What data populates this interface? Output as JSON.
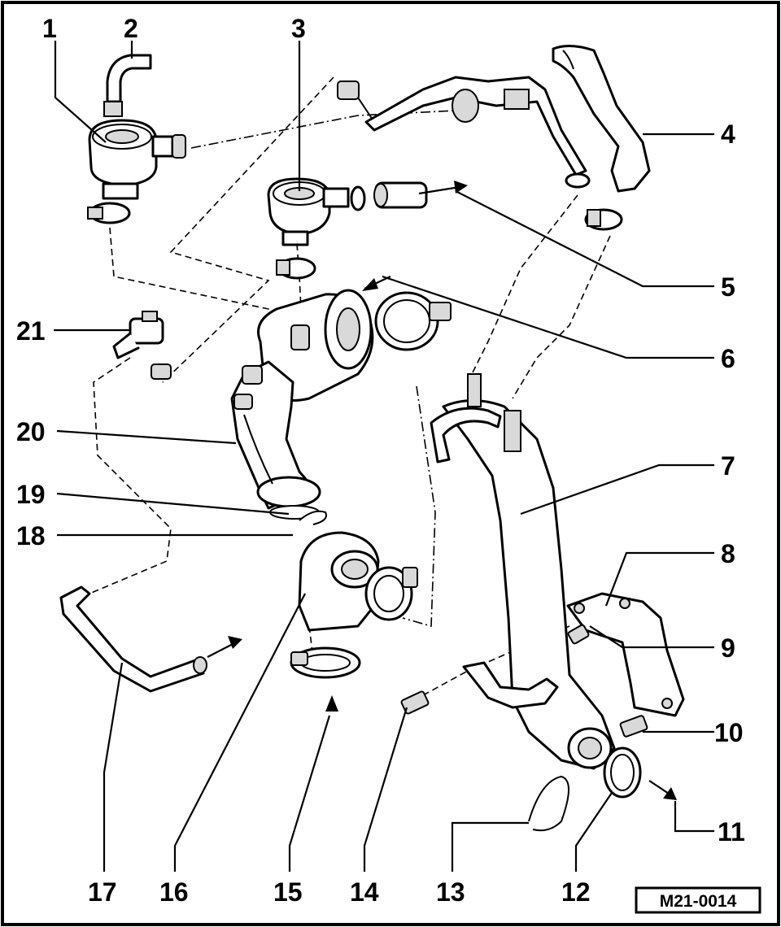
{
  "callouts": [
    {
      "id": "1",
      "label": "1"
    },
    {
      "id": "2",
      "label": "2"
    },
    {
      "id": "3",
      "label": "3"
    },
    {
      "id": "4",
      "label": "4"
    },
    {
      "id": "5",
      "label": "5"
    },
    {
      "id": "6",
      "label": "6"
    },
    {
      "id": "7",
      "label": "7"
    },
    {
      "id": "8",
      "label": "8"
    },
    {
      "id": "9",
      "label": "9"
    },
    {
      "id": "10",
      "label": "10"
    },
    {
      "id": "11",
      "label": "11"
    },
    {
      "id": "12",
      "label": "12"
    },
    {
      "id": "13",
      "label": "13"
    },
    {
      "id": "14",
      "label": "14"
    },
    {
      "id": "15",
      "label": "15"
    },
    {
      "id": "16",
      "label": "16"
    },
    {
      "id": "17",
      "label": "17"
    },
    {
      "id": "18",
      "label": "18"
    },
    {
      "id": "19",
      "label": "19"
    },
    {
      "id": "20",
      "label": "20"
    },
    {
      "id": "21",
      "label": "21"
    }
  ],
  "reference_code": "M21-0014"
}
